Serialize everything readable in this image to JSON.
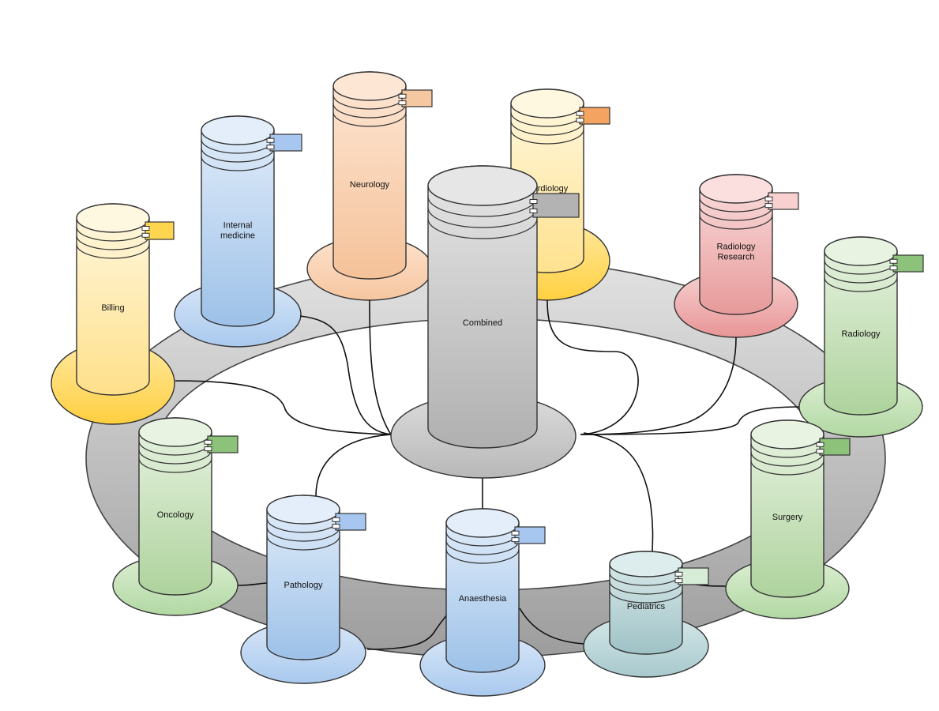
{
  "diagram": {
    "central": {
      "id": "combined",
      "label": [
        "Combined"
      ],
      "palette": "gray"
    },
    "nodes": [
      {
        "id": "billing",
        "label": [
          "Billing"
        ],
        "palette": "yellow"
      },
      {
        "id": "internal-medicine",
        "label": [
          "Internal",
          "medicine"
        ],
        "palette": "blue"
      },
      {
        "id": "neurology",
        "label": [
          "Neurology"
        ],
        "palette": "orange"
      },
      {
        "id": "cardiology",
        "label": [
          "Cardiology"
        ],
        "palette": "yellow2"
      },
      {
        "id": "radiology-research",
        "label": [
          "Radiology",
          "Research"
        ],
        "palette": "red"
      },
      {
        "id": "radiology",
        "label": [
          "Radiology"
        ],
        "palette": "green"
      },
      {
        "id": "surgery",
        "label": [
          "Surgery"
        ],
        "palette": "green"
      },
      {
        "id": "pediatrics",
        "label": [
          "Pediatrics"
        ],
        "palette": "teal"
      },
      {
        "id": "anaesthesia",
        "label": [
          "Anaesthesia"
        ],
        "palette": "blue"
      },
      {
        "id": "pathology",
        "label": [
          "Pathology"
        ],
        "palette": "blue"
      },
      {
        "id": "oncology",
        "label": [
          "Oncology"
        ],
        "palette": "green"
      }
    ],
    "connections": [
      {
        "from": "billing",
        "to": "combined"
      },
      {
        "from": "internal-medicine",
        "to": "combined"
      },
      {
        "from": "neurology",
        "to": "combined"
      },
      {
        "from": "cardiology",
        "to": "combined"
      },
      {
        "from": "radiology-research",
        "to": "combined"
      },
      {
        "from": "radiology",
        "to": "combined"
      },
      {
        "from": "surgery",
        "to": "combined"
      },
      {
        "from": "pediatrics",
        "to": "combined"
      },
      {
        "from": "anaesthesia",
        "to": "combined"
      },
      {
        "from": "pathology",
        "to": "combined"
      },
      {
        "from": "oncology",
        "to": "combined"
      }
    ],
    "palettes": {
      "yellow": {
        "top": "#fff8e1",
        "bottom": "#ffe08a",
        "disk_top": "#ffe9a0",
        "disk_bottom": "#ffcf40",
        "tag": "#ffd54f"
      },
      "yellow2": {
        "top": "#fff8e1",
        "bottom": "#ffe28f",
        "disk_top": "#ffe9a0",
        "disk_bottom": "#ffd040",
        "tag": "#f4a460"
      },
      "blue": {
        "top": "#e3eefa",
        "bottom": "#9dc1e8",
        "disk_top": "#d8e7f8",
        "disk_bottom": "#a9c9ee",
        "tag": "#a8c7f0"
      },
      "orange": {
        "top": "#fde6d4",
        "bottom": "#f5c299",
        "disk_top": "#fde2cd",
        "disk_bottom": "#f6c6a0",
        "tag": "#f6c8a2"
      },
      "red": {
        "top": "#fbdede",
        "bottom": "#e79a9a",
        "disk_top": "#f7d2d2",
        "disk_bottom": "#e89595",
        "tag": "#f8d0d0"
      },
      "green": {
        "top": "#e8f3e2",
        "bottom": "#aed39d",
        "disk_top": "#dcefd3",
        "disk_bottom": "#b2d8a3",
        "tag": "#8cc27a"
      },
      "teal": {
        "top": "#ddecec",
        "bottom": "#9fc2c6",
        "disk_top": "#d5e8ea",
        "disk_bottom": "#a8c9cd",
        "tag": "#d6ecd6"
      },
      "gray": {
        "top": "#e6e6e6",
        "bottom": "#b0b0b0",
        "disk_top": "#dcdcdc",
        "disk_bottom": "#b8b8b8",
        "tag": "#b3b3b3"
      },
      "ring": {
        "top": "#e2e2e2",
        "bottom": "#9d9d9d",
        "stroke": "#444444"
      }
    }
  }
}
